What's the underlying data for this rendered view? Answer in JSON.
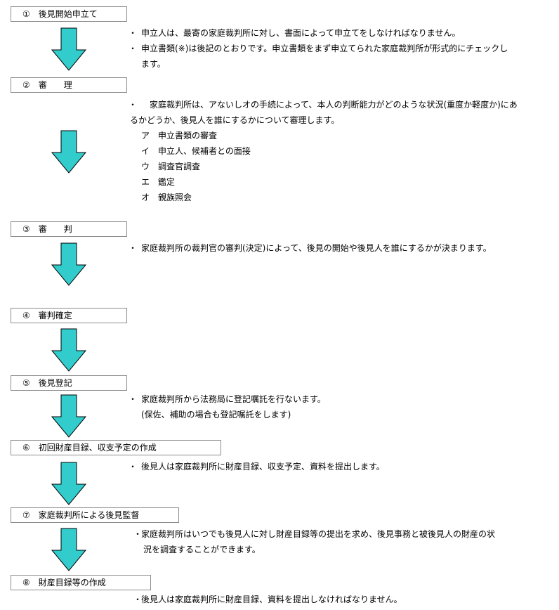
{
  "steps": [
    {
      "label": "①　後見開始申立て"
    },
    {
      "label": "②　審　　理"
    },
    {
      "label": "③　審　　判"
    },
    {
      "label": "④　審判確定"
    },
    {
      "label": "⑤　後見登記"
    },
    {
      "label": "⑥　初回財産目録、収支予定の作成"
    },
    {
      "label": "⑦　家庭裁判所による後見監督"
    },
    {
      "label": "⑧　財産目録等の作成"
    }
  ],
  "notes": {
    "bullet": "・",
    "s1_a": "申立人は、最寄の家庭裁判所に対し、書面によって申立てをしなければなりません。",
    "s1_b1": "申立書類(※)は後記のとおりです。申立書類をまず申立てられた家庭裁判所が形式的にチェックし",
    "s1_b2": "ます。",
    "s2_1": "　家庭裁判所は、アないしオの手続によって、本人の判断能力がどのような状況(重度か軽度か)にあ",
    "s2_2": "るかどうか、後見人を誰にするかについて審理します。",
    "s2_items": [
      "ア　申立書類の審査",
      "イ　申立人、候補者との面接",
      "ウ　調査官調査",
      "エ　鑑定",
      "オ　親族照会"
    ],
    "s3": "家庭裁判所の裁判官の審判(決定)によって、後見の開始や後見人を誰にするかが決まります。",
    "s5_1": "家庭裁判所から法務局に登記嘱託を行ないます。",
    "s5_2": "(保佐、補助の場合も登記嘱託をします)",
    "s6": "後見人は家庭裁判所に財産目録、収支予定、資料を提出します。",
    "s7_1": "家庭裁判所はいつでも後見人に対し財産目録等の提出を求め、後見事務と被後見人の財産の状",
    "s7_2": "況を調査することができます。",
    "s8": "後見人は家庭裁判所に財産目録、資料を提出しなければなりません。"
  },
  "colors": {
    "arrow_fill": "#33cccc",
    "arrow_stroke": "#000000",
    "box_border": "#8c8c8c"
  }
}
